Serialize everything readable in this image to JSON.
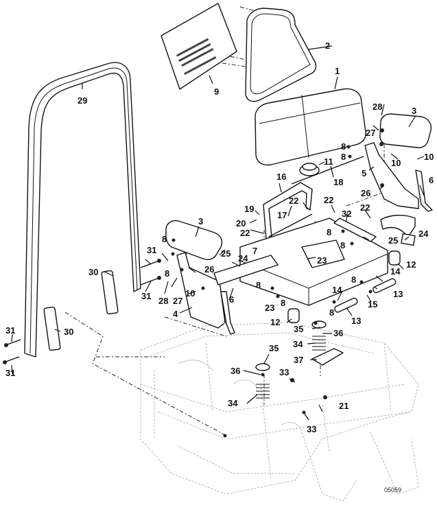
{
  "diagram": {
    "type": "exploded-parts-diagram",
    "subject": "Seat and roll bar (ROPS) assembly",
    "drawing_number": "05059",
    "callouts": [
      {
        "id": "c1",
        "label": "1",
        "part": "seat cushion"
      },
      {
        "id": "c2",
        "label": "2",
        "part": "seat back"
      },
      {
        "id": "c3a",
        "label": "3",
        "part": "armrest (right)"
      },
      {
        "id": "c3b",
        "label": "3",
        "part": "armrest (left)"
      },
      {
        "id": "c4",
        "label": "4",
        "part": "armrest bracket (left)"
      },
      {
        "id": "c5",
        "label": "5",
        "part": "armrest bracket (right)"
      },
      {
        "id": "c6a",
        "label": "6",
        "part": "rod (right)"
      },
      {
        "id": "c6b",
        "label": "6",
        "part": "rod (left)"
      },
      {
        "id": "c7",
        "label": "7",
        "part": "seat plate"
      },
      {
        "id": "c8a",
        "label": "8",
        "part": "fastener"
      },
      {
        "id": "c8b",
        "label": "8",
        "part": "fastener"
      },
      {
        "id": "c8c",
        "label": "8",
        "part": "fastener"
      },
      {
        "id": "c8d",
        "label": "8",
        "part": "fastener"
      },
      {
        "id": "c8e",
        "label": "8",
        "part": "fastener"
      },
      {
        "id": "c8f",
        "label": "8",
        "part": "fastener"
      },
      {
        "id": "c8g",
        "label": "8",
        "part": "fastener"
      },
      {
        "id": "c8h",
        "label": "8",
        "part": "fastener"
      },
      {
        "id": "c8i",
        "label": "8",
        "part": "fastener"
      },
      {
        "id": "c8j",
        "label": "8",
        "part": "fastener"
      },
      {
        "id": "c9",
        "label": "9",
        "part": "decal plate"
      },
      {
        "id": "c10a",
        "label": "10",
        "part": "fastener"
      },
      {
        "id": "c10b",
        "label": "10",
        "part": "fastener"
      },
      {
        "id": "c10c",
        "label": "10",
        "part": "fastener"
      },
      {
        "id": "c11",
        "label": "11",
        "part": "seat switch"
      },
      {
        "id": "c12a",
        "label": "12",
        "part": "bumper"
      },
      {
        "id": "c12b",
        "label": "12",
        "part": "bumper"
      },
      {
        "id": "c13a",
        "label": "13",
        "part": "pin"
      },
      {
        "id": "c13b",
        "label": "13",
        "part": "pin"
      },
      {
        "id": "c14a",
        "label": "14",
        "part": "clip"
      },
      {
        "id": "c14b",
        "label": "14",
        "part": "clip"
      },
      {
        "id": "c15",
        "label": "15",
        "part": "fastener"
      },
      {
        "id": "c16",
        "label": "16",
        "part": "seat latch bracket"
      },
      {
        "id": "c17",
        "label": "17",
        "part": "latch rod"
      },
      {
        "id": "c18",
        "label": "18",
        "part": "rod"
      },
      {
        "id": "c19",
        "label": "19",
        "part": "fastener"
      },
      {
        "id": "c20",
        "label": "20",
        "part": "fastener"
      },
      {
        "id": "c21",
        "label": "21",
        "part": "fastener"
      },
      {
        "id": "c22a",
        "label": "22",
        "part": "fastener"
      },
      {
        "id": "c22b",
        "label": "22",
        "part": "fastener"
      },
      {
        "id": "c22c",
        "label": "22",
        "part": "fastener"
      },
      {
        "id": "c22d",
        "label": "22",
        "part": "fastener"
      },
      {
        "id": "c23a",
        "label": "23",
        "part": "decal"
      },
      {
        "id": "c23b",
        "label": "23",
        "part": "fastener"
      },
      {
        "id": "c24a",
        "label": "24",
        "part": "strap"
      },
      {
        "id": "c24b",
        "label": "24",
        "part": "strap"
      },
      {
        "id": "c25a",
        "label": "25",
        "part": "fastener"
      },
      {
        "id": "c25b",
        "label": "25",
        "part": "fastener"
      },
      {
        "id": "c26a",
        "label": "26",
        "part": "nut"
      },
      {
        "id": "c26b",
        "label": "26",
        "part": "nut"
      },
      {
        "id": "c27a",
        "label": "27",
        "part": "washer"
      },
      {
        "id": "c27b",
        "label": "27",
        "part": "washer"
      },
      {
        "id": "c28a",
        "label": "28",
        "part": "nut"
      },
      {
        "id": "c28b",
        "label": "28",
        "part": "nut"
      },
      {
        "id": "c29",
        "label": "29",
        "part": "roll bar"
      },
      {
        "id": "c30a",
        "label": "30",
        "part": "mounting plate"
      },
      {
        "id": "c30b",
        "label": "30",
        "part": "mounting plate"
      },
      {
        "id": "c31a",
        "label": "31",
        "part": "bolt"
      },
      {
        "id": "c31b",
        "label": "31",
        "part": "bolt"
      },
      {
        "id": "c31c",
        "label": "31",
        "part": "bolt"
      },
      {
        "id": "c31d",
        "label": "31",
        "part": "bolt"
      },
      {
        "id": "c32",
        "label": "32",
        "part": "bracket"
      },
      {
        "id": "c33a",
        "label": "33",
        "part": "nut"
      },
      {
        "id": "c33b",
        "label": "33",
        "part": "nut"
      },
      {
        "id": "c34a",
        "label": "34",
        "part": "spring"
      },
      {
        "id": "c34b",
        "label": "34",
        "part": "spring"
      },
      {
        "id": "c35a",
        "label": "35",
        "part": "spacer"
      },
      {
        "id": "c35b",
        "label": "35",
        "part": "spacer"
      },
      {
        "id": "c36a",
        "label": "36",
        "part": "fastener"
      },
      {
        "id": "c36b",
        "label": "36",
        "part": "fastener"
      },
      {
        "id": "c37",
        "label": "37",
        "part": "spring bracket"
      }
    ]
  }
}
